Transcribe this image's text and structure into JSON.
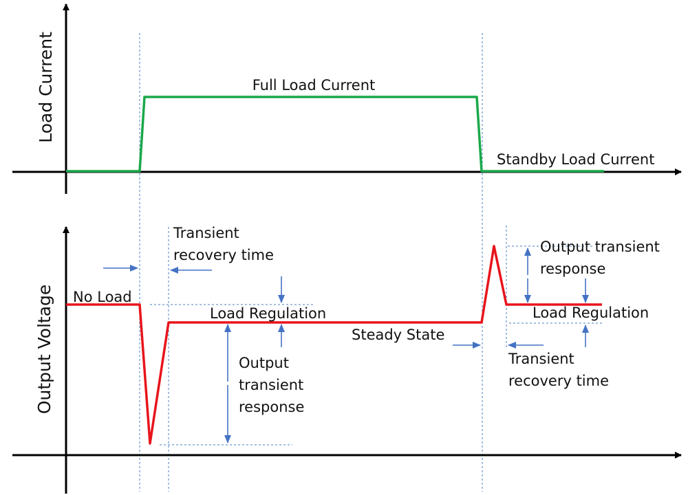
{
  "colors": {
    "current_trace": "#1aa84a",
    "voltage_trace": "#e8141b",
    "annotation_arrow": "#4472c4",
    "guide_line": "#4a7fc0",
    "axis": "#000000"
  },
  "current_plot": {
    "y_axis_label": "Load Current",
    "labels": {
      "full_load": "Full Load Current",
      "standby_load": "Standby Load Current"
    }
  },
  "voltage_plot": {
    "y_axis_label": "Output Voltage",
    "labels": {
      "no_load": "No Load",
      "recovery_time_1_line1": "Transient",
      "recovery_time_1_line2": "recovery time",
      "load_regulation_1": "Load Regulation",
      "transient_response_1_line1": "Output",
      "transient_response_1_line2": "transient",
      "transient_response_1_line3": "response",
      "steady_state": "Steady State",
      "transient_response_2_line1": "Output transient",
      "transient_response_2_line2": "response",
      "load_regulation_2": "Load Regulation",
      "recovery_time_2_line1": "Transient",
      "recovery_time_2_line2": "recovery time"
    }
  }
}
